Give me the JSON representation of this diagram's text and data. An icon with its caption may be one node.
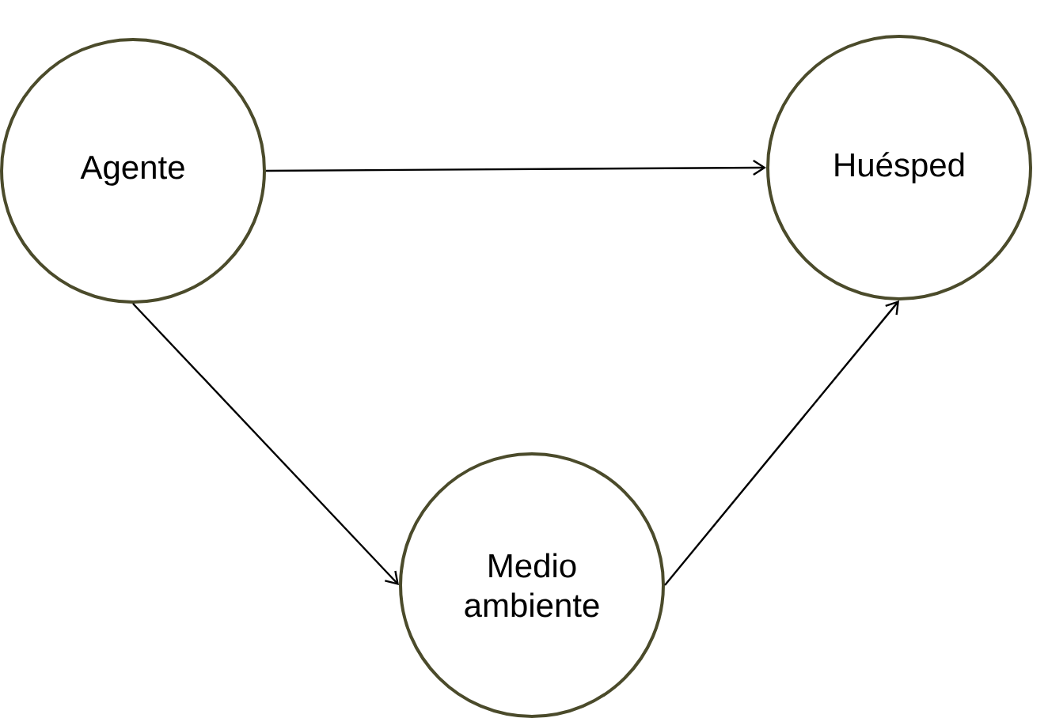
{
  "diagram": {
    "nodes": [
      {
        "text": [
          "Agente"
        ]
      },
      {
        "text": [
          "Huésped"
        ]
      },
      {
        "text": [
          "Medio ambiente"
        ]
      }
    ],
    "edges": [
      {
        "from": 0,
        "to": 1,
        "arrow": "to"
      },
      {
        "from": 0,
        "to": 2,
        "arrow": "to"
      },
      {
        "from": 2,
        "to": 1,
        "arrow": "to"
      }
    ]
  }
}
